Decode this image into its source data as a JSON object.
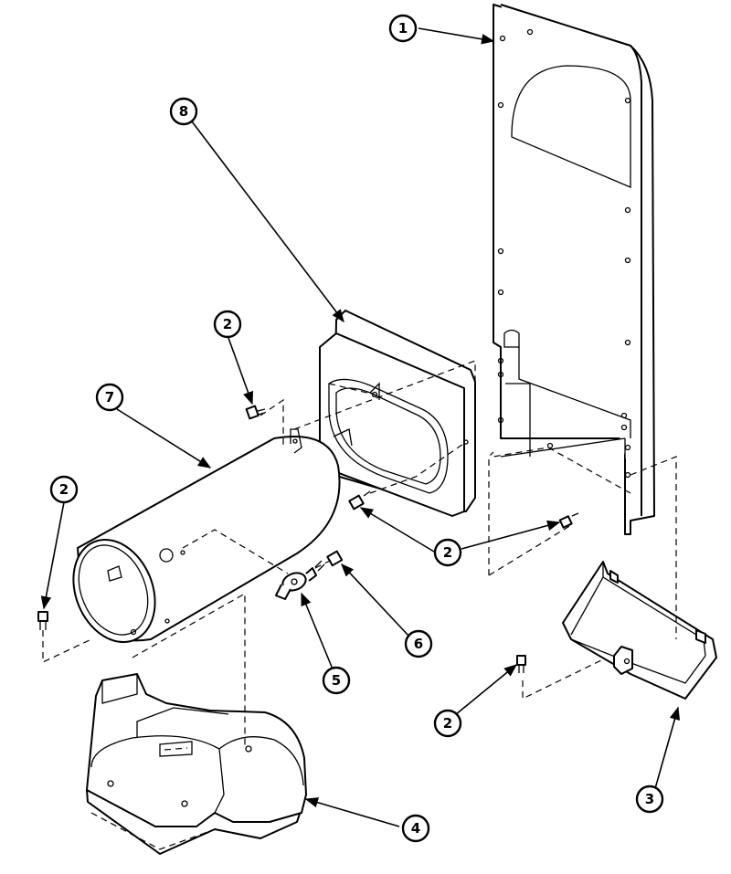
{
  "callouts": {
    "c1": "1",
    "c2a": "2",
    "c2b": "2",
    "c2c": "2",
    "c2d": "2",
    "c3": "3",
    "c4": "4",
    "c5": "5",
    "c6": "6",
    "c7": "7",
    "c8": "8"
  },
  "colors": {
    "line": "#000000",
    "background": "#ffffff"
  }
}
